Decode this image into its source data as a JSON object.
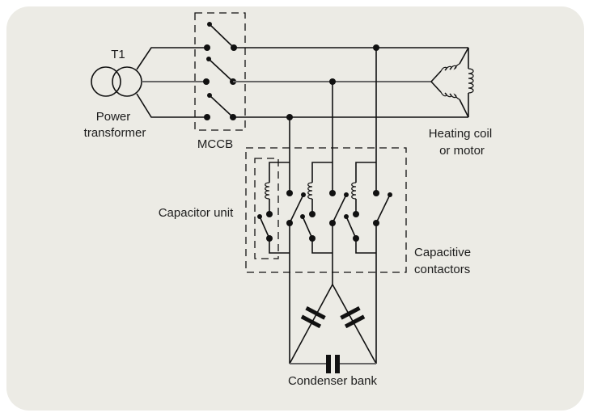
{
  "labels": {
    "transformer_id": "T1",
    "transformer_name_line1": "Power",
    "transformer_name_line2": "transformer",
    "breaker": "MCCB",
    "load_line1": "Heating coil",
    "load_line2": "or motor",
    "capacitor_unit": "Capacitor unit",
    "contactors_line1": "Capacitive",
    "contactors_line2": "contactors",
    "bank": "Condenser bank"
  },
  "colors": {
    "panel_background": "#ecebe5",
    "line": "#111111",
    "page_background": "#ffffff"
  }
}
